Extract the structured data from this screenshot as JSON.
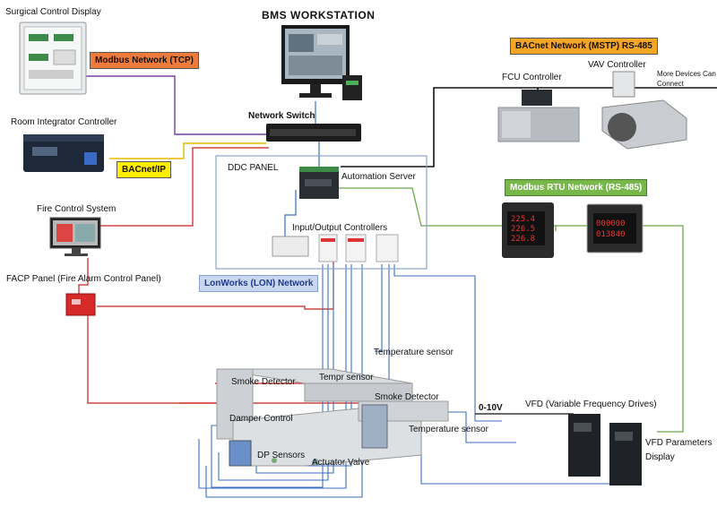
{
  "title": "BMS WORKSTATION",
  "labels": {
    "surgical": "Surgical Control Display",
    "modbus_tcp": "Modbus Network (TCP)",
    "room_integrator": "Room Integrator Controller",
    "bacnet_ip": "BACnet/IP",
    "fire_control": "Fire Control System",
    "facp": "FACP Panel (Fire Alarm Control Panel)",
    "network_switch": "Network Switch",
    "ddc_panel": "DDC PANEL",
    "automation_server": "Automation Server",
    "io_controllers": "Input/Output Controllers",
    "lonworks": "LonWorks (LON) Network",
    "bacnet_mstp": "BACnet Network (MSTP) RS-485",
    "fcu": "FCU Controller",
    "vav": "VAV Controller",
    "more_devices_1": "More Devices Can",
    "more_devices_2": "Connect",
    "modbus_rtu": "Modbus RTU Network (RS-485)",
    "temp_sensor_top": "Temperature sensor",
    "smoke_detector_1": "Smoke Detector",
    "tempr_sensor": "Tempr sensor",
    "smoke_detector_2": "Smoke Detector",
    "damper_control": "Damper Control",
    "temp_sensor_bottom": "Temperature sensor",
    "dp_sensors": "DP Sensors",
    "actuator_valve": "Actuator Valve",
    "zero_ten_v": "0-10V",
    "vfd": "VFD (Variable Frequency Drives)",
    "vfd_params_1": "VFD Parameters",
    "vfd_params_2": "Display"
  },
  "meters": {
    "meter1_lines": [
      "225.4",
      "226.5",
      "226.8"
    ],
    "meter2_lines": [
      "000000",
      "013840"
    ]
  },
  "colors": {
    "purple_link": "#7a3fa0",
    "yellow_link": "#e8b800",
    "red_link": "#c8201e",
    "blue_link": "#3b6fc2",
    "green_link": "#6aa84f",
    "black_link": "#111111"
  }
}
